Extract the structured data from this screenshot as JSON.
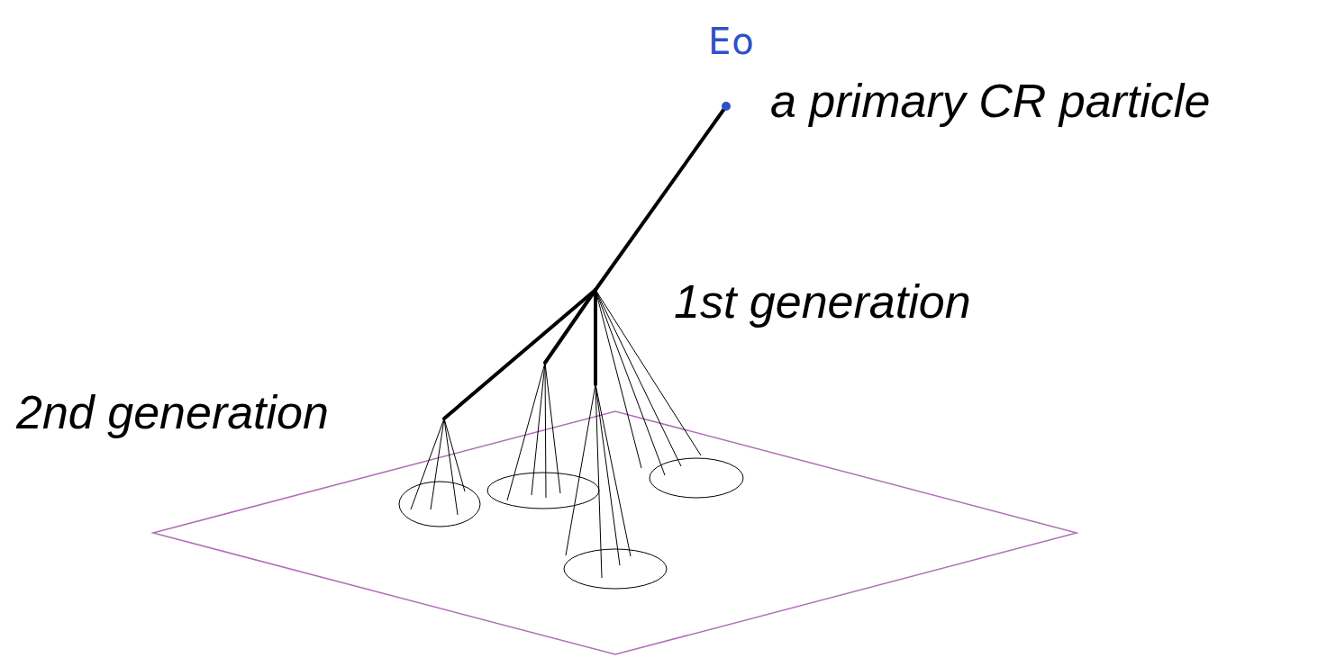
{
  "diagram": {
    "labels": [
      "Eo",
      "a primary CR particle",
      "1st generation",
      "2nd generation"
    ]
  }
}
